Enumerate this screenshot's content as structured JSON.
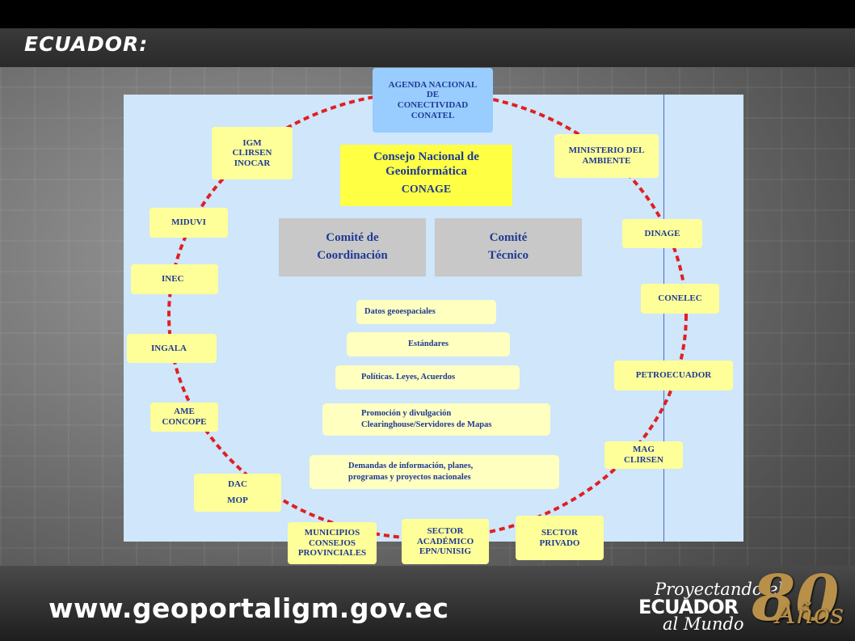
{
  "header": {
    "title": "ECUADOR:"
  },
  "footer": {
    "url": "www.geoportaligm.gov.ec",
    "logo_line1": "Proyectando el",
    "logo_line2": "ECUADOR",
    "logo_line3": "al Mundo",
    "logo_number": "80",
    "logo_years": "Años"
  },
  "center": {
    "council_name": "Consejo Nacional de\nGeoinformática",
    "council_acronym": "CONAGE",
    "committee_coordination": "Comité de\nCoordinación",
    "committee_technical": "Comité\nTécnico"
  },
  "topics": [
    "Datos geoespaciales",
    "Estándares",
    "Políticas. Leyes, Acuerdos",
    "Promoción y divulgación\nClearinghouse/Servidores de Mapas",
    "Demandas de información, planes,\nprogramas y proyectos nacionales"
  ],
  "institutions": {
    "agenda": "AGENDA NACIONAL\nDE\nCONECTIVIDAD\nCONATEL",
    "ministerio": "MINISTERIO DEL\nAMBIENTE",
    "dinage": "DINAGE",
    "conelec": "CONELEC",
    "petroecuador": "PETROECUADOR",
    "mag": "MAG\nCLIRSEN",
    "sector_privado": "SECTOR\nPRIVADO",
    "sector_academico": "SECTOR\nACADÉMICO\nEPN/UNISIG",
    "municipios": "MUNICIPIOS\nCONSEJOS\nPROVINCIALES",
    "dac": "DAC\nMOP",
    "ame": "AME\nCONCOPE",
    "ingala": "INGALA",
    "inec": "INEC",
    "miduvi": "MIDUVI",
    "igm": "IGM\nCLIRSEN\nINOCAR"
  },
  "colors": {
    "panel": "#cfe6fb",
    "ring": "#e02020",
    "institution_box": "#ffff99",
    "council_box": "#ffff44",
    "committee_box": "#c8c8c8",
    "text": "#1f3a93"
  }
}
